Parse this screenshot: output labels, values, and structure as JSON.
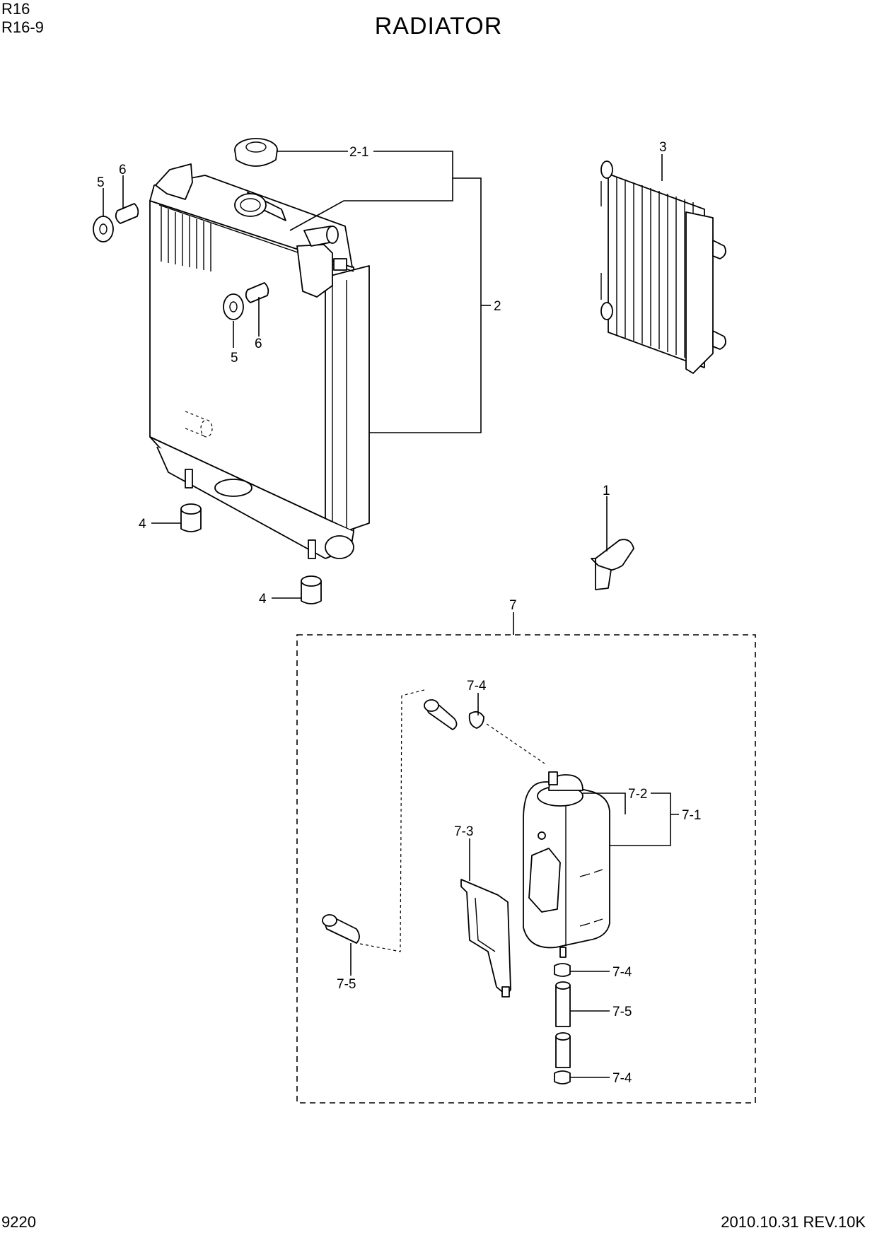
{
  "header": {
    "model": "R16",
    "model_sub": "R16-9",
    "title": "RADIATOR"
  },
  "footer": {
    "page_number": "9220",
    "revision": "2010.10.31  REV.10K"
  },
  "callouts": {
    "c1": "1",
    "c2": "2",
    "c2_1": "2-1",
    "c3": "3",
    "c4a": "4",
    "c4b": "4",
    "c5a": "5",
    "c5b": "5",
    "c6a": "6",
    "c6b": "6",
    "c7": "7",
    "c7_1": "7-1",
    "c7_2": "7-2",
    "c7_3": "7-3",
    "c7_4a": "7-4",
    "c7_4b": "7-4",
    "c7_4c": "7-4",
    "c7_5a": "7-5",
    "c7_5b": "7-5"
  }
}
